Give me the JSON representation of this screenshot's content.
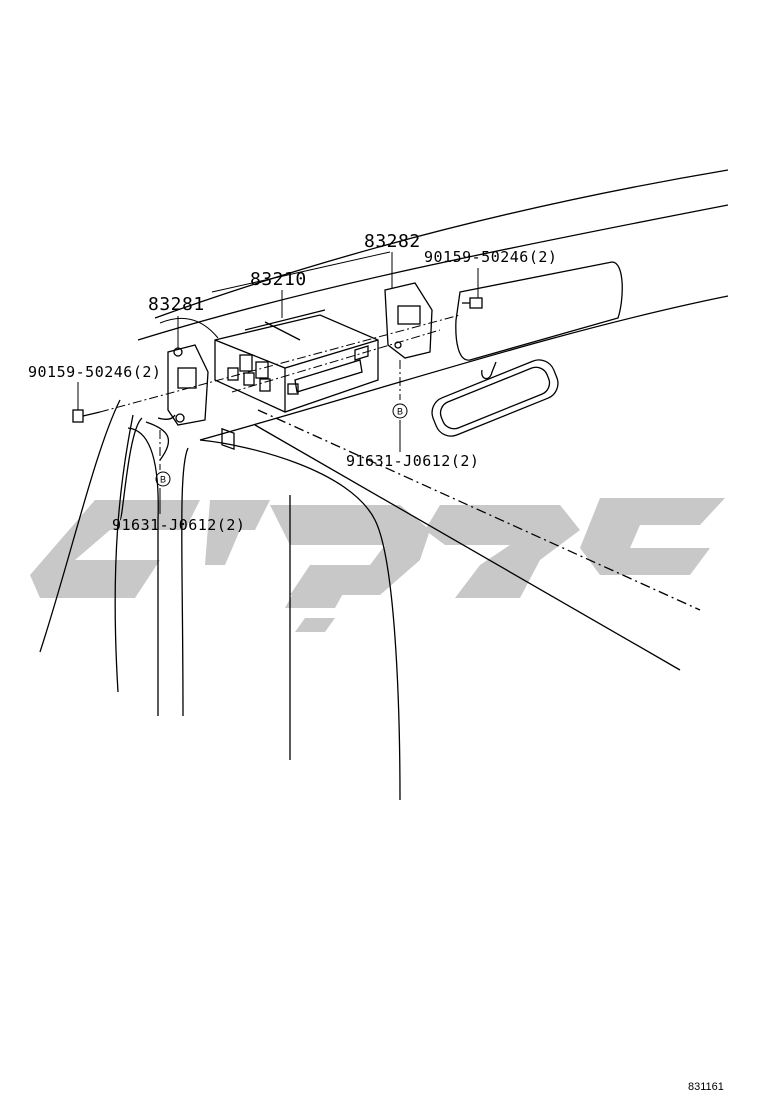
{
  "parts": {
    "p83282": "83282",
    "p83210": "83210",
    "p83281": "83281",
    "bolt_right": "90159-50246(2)",
    "bolt_left": "90159-50246(2)",
    "screw_right": "91631-J0612(2)",
    "screw_left": "91631-J0612(2)"
  },
  "markers": {
    "b_right": "B",
    "b_left": "B"
  },
  "figure_ref": "831161",
  "colors": {
    "line": "#000000",
    "watermark": "#c8c8c8"
  }
}
